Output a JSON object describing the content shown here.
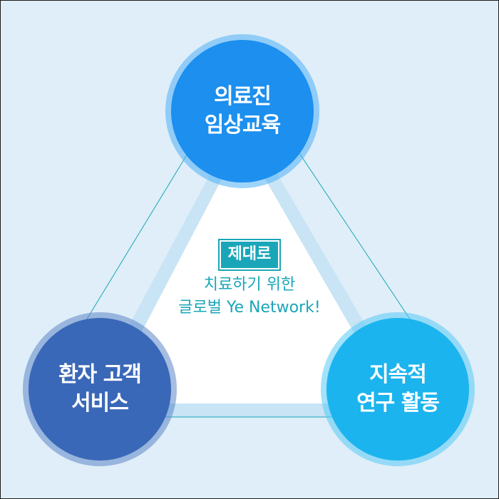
{
  "colors": {
    "background": "#dfeef8",
    "triangle_band": "#c8e4f5",
    "triangle_fill": "#ffffff",
    "edge_line": "#1aa6b8",
    "node_top": "#1c8fef",
    "node_left": "#3a68b8",
    "node_right": "#1cb4ee",
    "accent_text": "#1aa6b8"
  },
  "nodes": {
    "top": {
      "lines": [
        "의료진",
        "임상교육"
      ],
      "color": "#1c8fef",
      "ring": "#4fb0f5"
    },
    "left": {
      "lines": [
        "환자 고객",
        "서비스"
      ],
      "color": "#3a68b8",
      "ring": "#5d86c9"
    },
    "right": {
      "lines": [
        "지속적",
        "연구 활동"
      ],
      "color": "#1cb4ee",
      "ring": "#56cbf5"
    }
  },
  "center": {
    "badge": "제대로",
    "line1": "치료하기 위한",
    "line2": "글로벌 Ye Network!"
  }
}
